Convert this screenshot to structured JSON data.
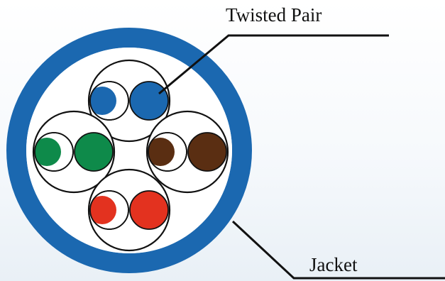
{
  "labels": {
    "twisted_pair": "Twisted Pair",
    "jacket": "Jacket"
  },
  "colors": {
    "jacket": "#1b68b0",
    "pair_top": "#1b68b0",
    "pair_left": "#0e8a4a",
    "pair_right": "#5a2e12",
    "pair_bottom": "#e3321f",
    "outline": "#111111"
  },
  "pairs": [
    {
      "name": "pair-blue",
      "color_key": "pair_top"
    },
    {
      "name": "pair-green",
      "color_key": "pair_left"
    },
    {
      "name": "pair-brown",
      "color_key": "pair_right"
    },
    {
      "name": "pair-orange",
      "color_key": "pair_bottom"
    }
  ]
}
